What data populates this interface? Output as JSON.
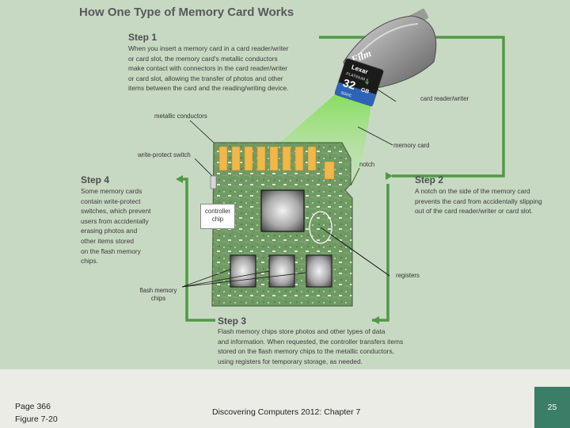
{
  "figure": {
    "title": "How One Type of Memory Card Works",
    "steps": [
      {
        "heading": "Step 1",
        "lines": [
          "When you insert a memory card in a card reader/writer",
          "or card slot, the memory card's metallic conductors",
          "make contact with connectors in the card reader/writer",
          "or card slot, allowing the transfer of photos and other",
          "items between the card and the reading/writing device."
        ]
      },
      {
        "heading": "Step 2",
        "lines": [
          "A notch on the side of the memory card",
          "prevents the card from accidentally slipping",
          "out of the card reader/writer or card slot."
        ]
      },
      {
        "heading": "Step 3",
        "lines": [
          "Flash memory chips store photos and other types of data",
          "and information. When requested, the controller transfers items",
          "stored on the flash memory chips to the metallic conductors,",
          "using registers for temporary storage, as needed."
        ]
      },
      {
        "heading": "Step 4",
        "lines": [
          "Some memory cards",
          "contain write-protect",
          "switches, which prevent",
          "users from accidentally",
          "erasing photos and",
          "other items stored",
          "on the flash memory",
          "chips."
        ]
      }
    ],
    "callouts": {
      "card_reader": "card reader/writer",
      "memory_card": "memory card",
      "metallic_conductors": "metallic conductors",
      "write_protect": "write-protect switch",
      "notch": "notch",
      "controller_chip": [
        "controller",
        "chip"
      ],
      "registers": "registers",
      "flash_chips": [
        "flash memory",
        "chips"
      ]
    },
    "device_text": {
      "reader_brand": "eFilm",
      "card_brand": "Lexar",
      "card_line": "PLATINUM II",
      "card_capacity": "32",
      "card_unit": "GB",
      "card_type": "SDHC"
    },
    "colors": {
      "arrow": "#4f9a45",
      "background": "#c8d9c3",
      "board": "#6f9a63"
    }
  },
  "footer": {
    "page_ref": "Page 366",
    "figure_ref": "Figure 7-20",
    "course": "Discovering Computers 2012: Chapter 7",
    "page_number": "25",
    "accent": "#3a7e68"
  }
}
